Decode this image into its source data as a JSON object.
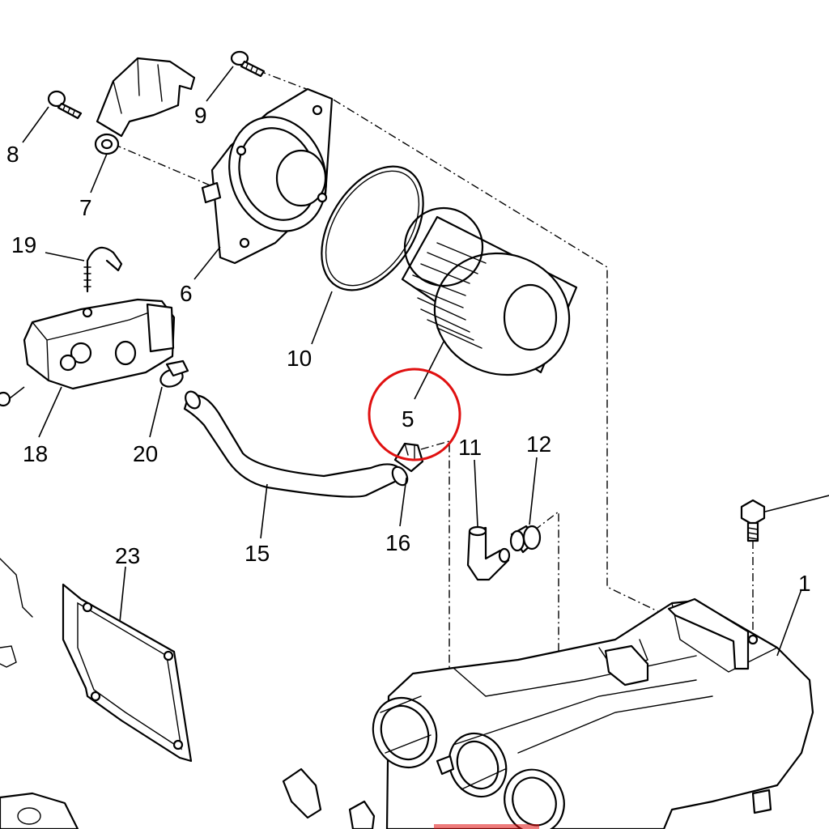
{
  "callouts": {
    "c1": "1",
    "c5": "5",
    "c6": "6",
    "c7": "7",
    "c8": "8",
    "c9": "9",
    "c10": "10",
    "c11": "11",
    "c12": "12",
    "c15": "15",
    "c16": "16",
    "c18": "18",
    "c19": "19",
    "c20": "20",
    "c23": "23"
  },
  "highlight": {
    "part": "5",
    "color": "#e01010"
  }
}
